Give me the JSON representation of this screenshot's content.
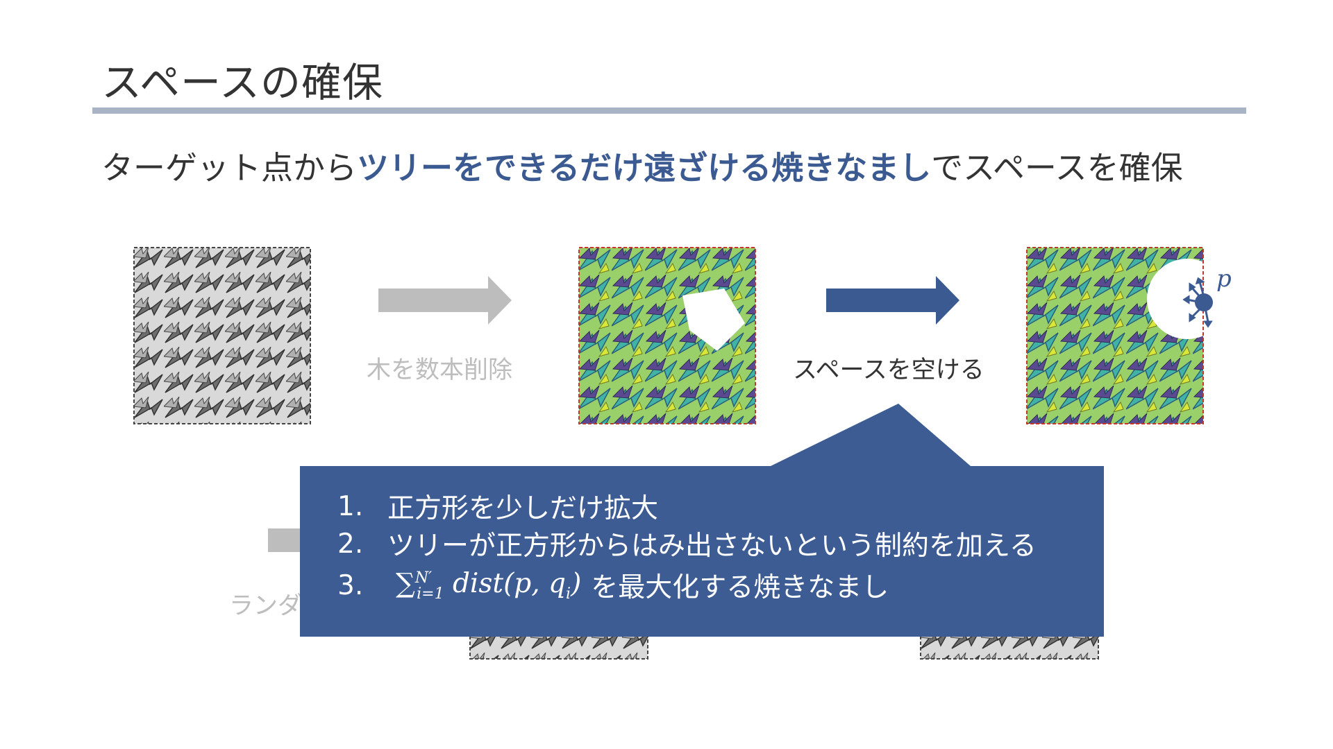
{
  "slide": {
    "title": "スペースの確保",
    "subtitle_pre": "ターゲット点から",
    "subtitle_highlight": "ツリーをできるだけ遠ざける焼きなまし",
    "subtitle_post": "でスペースを確保"
  },
  "flow": {
    "caption_remove": "木を数本削除",
    "caption_space": "スペースを空ける",
    "point_label": "p",
    "caption_random_partial": "ランダ"
  },
  "callout": {
    "steps": [
      {
        "num": "1.",
        "text": "正方形を少しだけ拡大"
      },
      {
        "num": "2.",
        "text": "ツリーが正方形からはみ出さないという制約を加える"
      },
      {
        "num": "3.",
        "formula": "∑",
        "formula_sup": "N′",
        "formula_sub": "i=1",
        "formula_tail": " dist(p, q",
        "formula_tail_sub": "i",
        "formula_close": ")",
        "text": "を最大化する焼きなまし"
      }
    ]
  },
  "colors": {
    "accent": "#3b5a92",
    "rule": "#a9b3c6",
    "arrow_grey": "#bdbdbd",
    "callout_bg": "#3d5c94"
  }
}
